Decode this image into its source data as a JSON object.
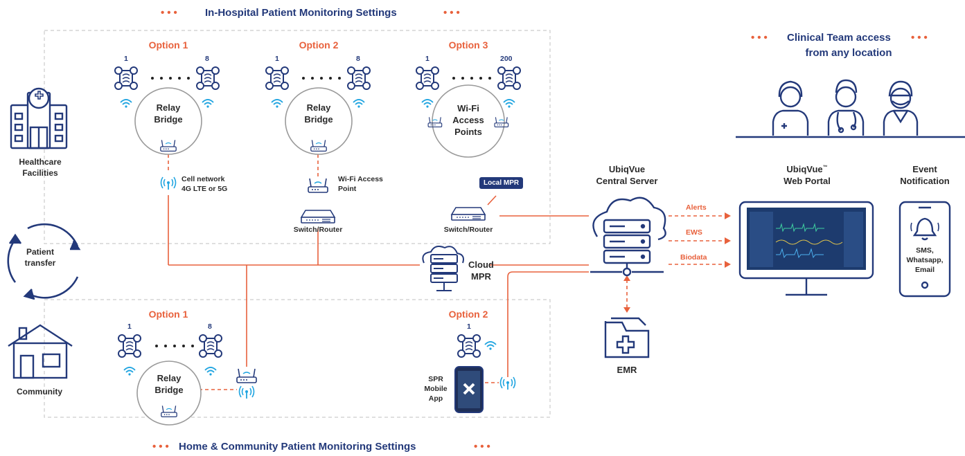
{
  "titles": {
    "hospital": "In-Hospital Patient Monitoring Settings",
    "community": "Home & Community Patient Monitoring Settings",
    "clinical_line1": "Clinical Team access",
    "clinical_line2": "from any location"
  },
  "left": {
    "facilities_line1": "Healthcare",
    "facilities_line2": "Facilities",
    "transfer_line1": "Patient",
    "transfer_line2": "transfer",
    "community": "Community"
  },
  "hospital_options": {
    "opt1": {
      "label": "Option 1",
      "n_first": "1",
      "n_last": "8",
      "circle_line1": "Relay",
      "circle_line2": "Bridge"
    },
    "opt2": {
      "label": "Option 2",
      "n_first": "1",
      "n_last": "8",
      "circle_line1": "Relay",
      "circle_line2": "Bridge"
    },
    "opt3": {
      "label": "Option 3",
      "n_first": "1",
      "n_last": "200",
      "circle_line1": "Wi-Fi",
      "circle_line2": "Access",
      "circle_line3": "Points"
    }
  },
  "network": {
    "cell_line1": "Cell network",
    "cell_line2": "4G LTE or 5G",
    "wifi_ap_line1": "Wi-Fi Access",
    "wifi_ap_line2": "Point",
    "switch1": "Switch/Router",
    "switch2": "Switch/Router",
    "local_mpr": "Local MPR",
    "cloud_line1": "Cloud",
    "cloud_line2": "MPR"
  },
  "community_options": {
    "opt1": {
      "label": "Option 1",
      "n_first": "1",
      "n_last": "8",
      "circle_line1": "Relay",
      "circle_line2": "Bridge"
    },
    "opt2": {
      "label": "Option 2",
      "n_first": "1",
      "app_line1": "SPR",
      "app_line2": "Mobile",
      "app_line3": "App"
    }
  },
  "server": {
    "line1": "UbiqVue",
    "line2": "Central Server",
    "flows": [
      "Alerts",
      "EWS",
      "Biodata"
    ],
    "emr": "EMR"
  },
  "portal": {
    "line1": "UbiqVue",
    "tm": "™",
    "line2": "Web Portal"
  },
  "event": {
    "line1": "Event",
    "line2": "Notification",
    "sms": "SMS,",
    "whatsapp": "Whatsapp,",
    "email": "Email"
  },
  "colors": {
    "navy": "#23397a",
    "orange": "#e8613c",
    "dash_border": "#cccccc"
  },
  "icons": [
    "patch-sensor-icon",
    "wifi-icon",
    "router-icon",
    "switch-icon",
    "cloud-server-icon",
    "hospital-icon",
    "house-icon",
    "cycle-arrows-icon",
    "doctor-icon",
    "nurse-icon",
    "surgeon-icon",
    "monitor-icon",
    "phone-bell-icon",
    "folder-medical-icon",
    "cell-tower-icon"
  ]
}
